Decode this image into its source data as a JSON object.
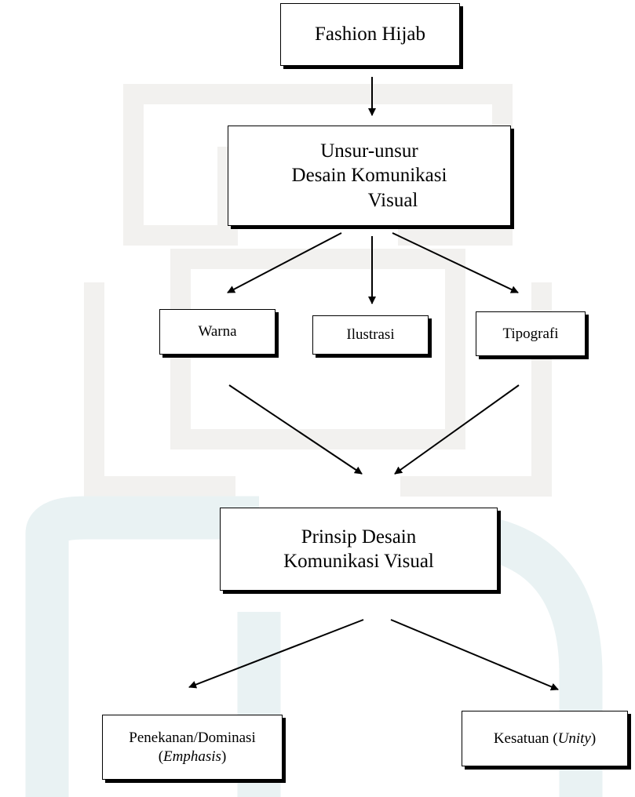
{
  "colors": {
    "watermark_light": "#f3f2f0",
    "watermark_teal": "#eaf3f4",
    "box_border": "#000000",
    "arrow": "#000000"
  },
  "nodes": {
    "fashion_hijab": "Fashion Hijab",
    "unsur": {
      "line1": "Unsur-unsur",
      "line2": "Desain Komunikasi",
      "line3": "Visual"
    },
    "warna": "Warna",
    "ilustrasi": "Ilustrasi",
    "tipografi": "Tipografi",
    "prinsip": {
      "line1": "Prinsip Desain",
      "line2": "Komunikasi Visual"
    },
    "penekanan": {
      "line1": "Penekanan/Dominasi",
      "open": "(",
      "italic": "Emphasis",
      "close": ")"
    },
    "kesatuan": {
      "prefix": "Kesatuan (",
      "italic": "Unity",
      "suffix": ")"
    }
  }
}
